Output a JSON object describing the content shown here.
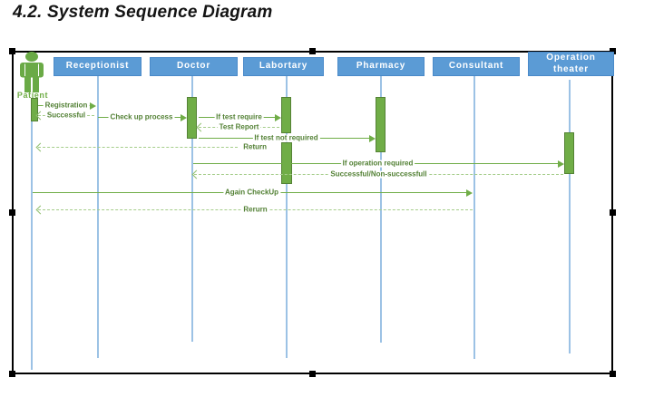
{
  "title": "4.2. System Sequence Diagram",
  "actor": {
    "name": "Patient"
  },
  "participants": [
    {
      "label": "Receptionist"
    },
    {
      "label": "Doctor"
    },
    {
      "label": "Labortary"
    },
    {
      "label": "Pharmacy"
    },
    {
      "label": "Consultant"
    },
    {
      "label": "Operation theater"
    }
  ],
  "messages": [
    {
      "label": "Registration",
      "from": "Patient",
      "to": "Receptionist",
      "type": "solid"
    },
    {
      "label": "Successful",
      "from": "Receptionist",
      "to": "Patient",
      "type": "dashed-return"
    },
    {
      "label": "Check up process",
      "from": "Receptionist",
      "to": "Doctor",
      "type": "solid"
    },
    {
      "label": "If test require",
      "from": "Doctor",
      "to": "Labortary",
      "type": "solid"
    },
    {
      "label": "Test Report",
      "from": "Labortary",
      "to": "Doctor",
      "type": "dashed-return"
    },
    {
      "label": "If test not required",
      "from": "Doctor",
      "to": "Pharmacy",
      "type": "solid"
    },
    {
      "label": "Return",
      "from": "Doctor",
      "to": "Patient",
      "type": "dashed-return"
    },
    {
      "label": "If operation required",
      "from": "Doctor",
      "to": "Operation theater",
      "type": "solid"
    },
    {
      "label": "Successful/Non-successfull",
      "from": "Operation theater",
      "to": "Doctor",
      "type": "dashed-return"
    },
    {
      "label": "Again CheckUp",
      "from": "Patient",
      "to": "Consultant",
      "type": "solid"
    },
    {
      "label": "Rerurn",
      "from": "Consultant",
      "to": "Patient",
      "type": "dashed-return"
    }
  ],
  "colors": {
    "participant_fill": "#5b9bd5",
    "lifeline": "#9cc2e5",
    "activation_fill": "#70ad47",
    "activation_border": "#548235",
    "message_line": "#70ad47",
    "message_text": "#538135",
    "actor_green": "#70ad47",
    "selection_handle": "#000000",
    "title_text": "#141414"
  }
}
